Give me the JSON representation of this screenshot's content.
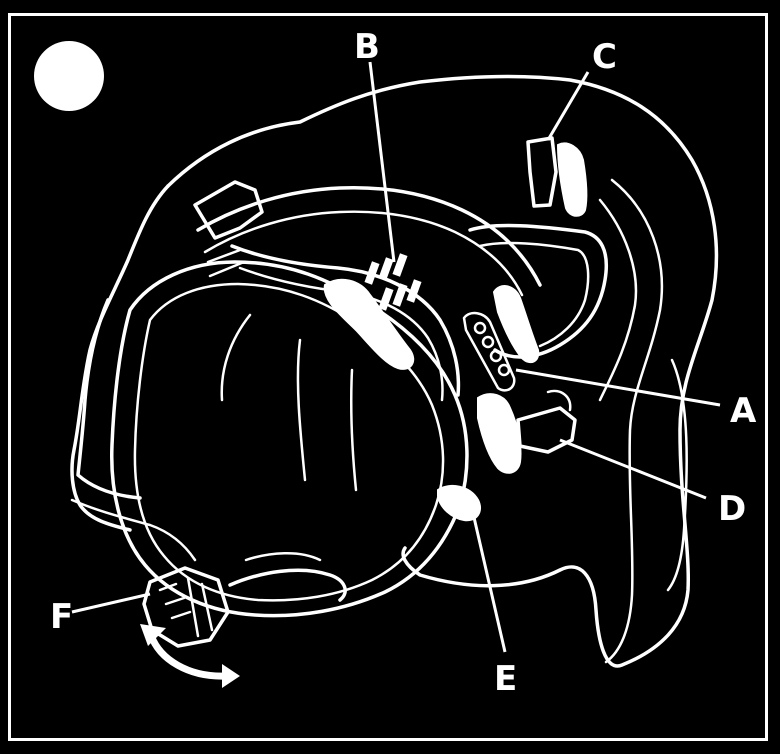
{
  "figure": {
    "step_marker": "",
    "callouts": {
      "a": "A",
      "b": "B",
      "c": "C",
      "d": "D",
      "e": "E",
      "f": "F"
    },
    "colors": {
      "background": "#000000",
      "line": "#ffffff"
    },
    "icons": {
      "step_marker": "filled-circle",
      "rotation": "curved-double-arrow"
    }
  }
}
